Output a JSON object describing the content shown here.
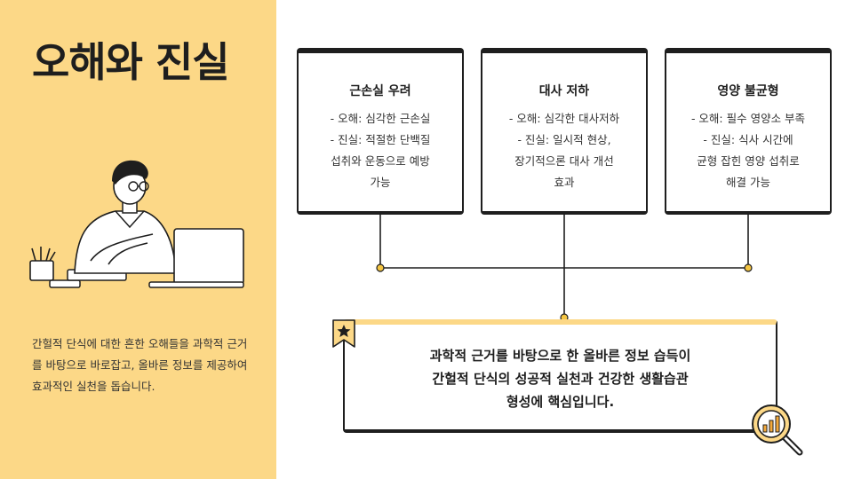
{
  "title": "오해와 진실",
  "intro": "간헐적 단식에 대한 흔한 오해들을 과학적 근거를 바탕으로 바로잡고, 올바른 정보를 제공하여 효과적인 실천을 돕습니다.",
  "cards": [
    {
      "title": "근손실 우려",
      "body": "- 오해: 심각한 근손실\n- 진실: 적절한 단백질\n섭취와 운동으로 예방\n가능"
    },
    {
      "title": "대사 저하",
      "body": "- 오해: 심각한 대사저하\n- 진실: 일시적 현상,\n장기적으론 대사 개선\n효과"
    },
    {
      "title": "영양 불균형",
      "body": "- 오해: 필수 영양소 부족\n- 진실: 식사 시간에\n균형 잡힌 영양 섭취로\n해결 가능"
    }
  ],
  "summary": "과학적 근거를 바탕으로 한 올바른 정보 습득이\n간헐적 단식의 성공적 실천과 건강한 생활습관\n형성에 핵심입니다.",
  "colors": {
    "accent": "#fcd887",
    "ink": "#1e1e1e",
    "dot": "#f4c542"
  },
  "icons": {
    "bookmark": "star-bookmark-icon",
    "magnifier": "magnifier-chart-icon",
    "illustration": "man-at-laptop-illustration"
  }
}
